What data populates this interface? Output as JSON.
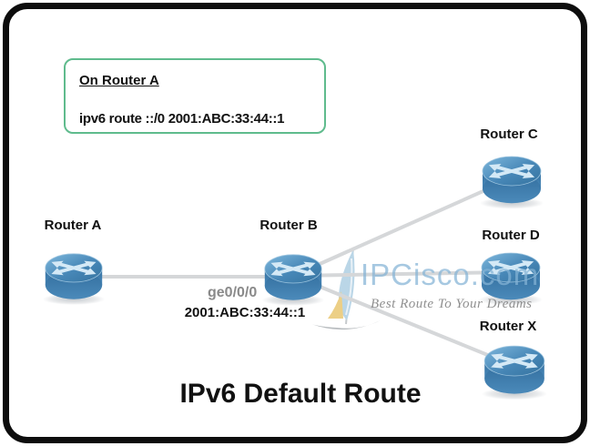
{
  "diagram": {
    "title": "IPv6 Default Route",
    "command_box": {
      "heading": "On Router A",
      "command": "ipv6 route ::/0 2001:ABC:33:44::1"
    },
    "nodes": {
      "router_a": {
        "label": "Router A"
      },
      "router_b": {
        "label": "Router B"
      },
      "router_c": {
        "label": "Router C"
      },
      "router_d": {
        "label": "Router D"
      },
      "router_x": {
        "label": "Router X"
      }
    },
    "links": [
      {
        "from": "router_a",
        "to": "router_b"
      },
      {
        "from": "router_b",
        "to": "router_c"
      },
      {
        "from": "router_b",
        "to": "router_d"
      },
      {
        "from": "router_b",
        "to": "router_x"
      }
    ],
    "link_labels": {
      "interface": "ge0/0/0",
      "address": "2001:ABC:33:44::1"
    },
    "watermark": {
      "brand": "IPCisco.com",
      "tagline": "Best Route To Your Dreams"
    },
    "colors": {
      "accent_green": "#5fbb8d",
      "router_blue": "#3c7dae",
      "line_gray": "#d5d7d9",
      "label_gray": "#8a8a8a",
      "watermark_blue": "#85b4d6",
      "text_black": "#111111"
    }
  }
}
